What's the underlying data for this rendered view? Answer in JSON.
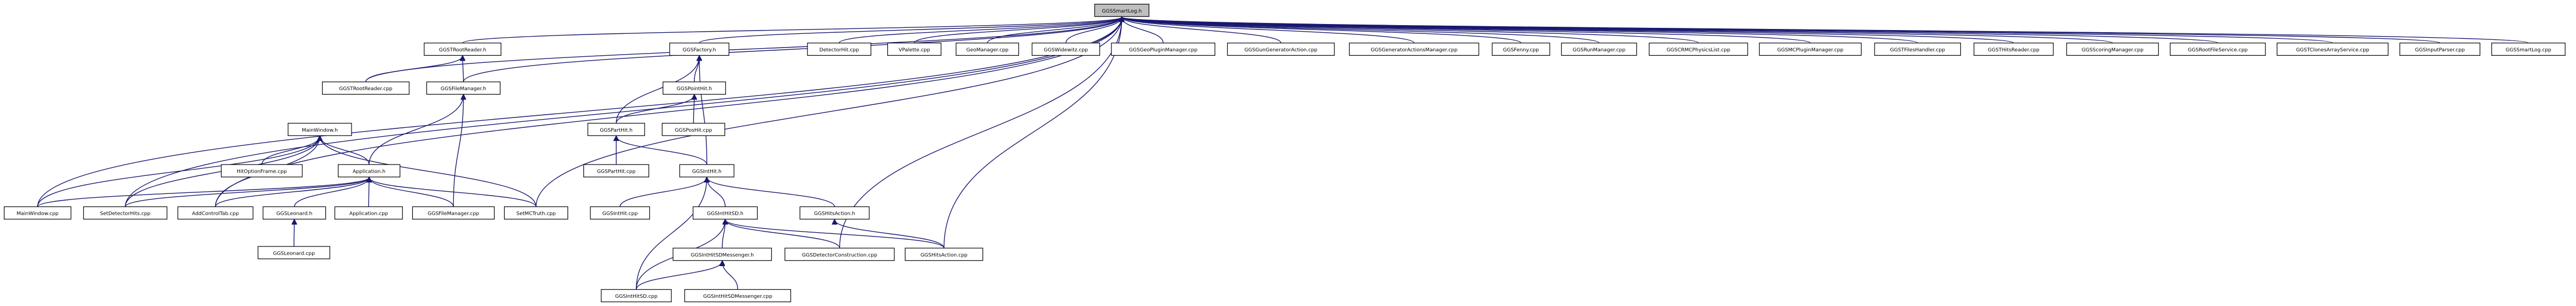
{
  "diagram": {
    "nodes": [
      {
        "id": "GGSSmartLog_h",
        "label": "GGSSmartLog.h",
        "root": true
      },
      {
        "id": "GGSTRootReader_h",
        "label": "GGSTRootReader.h"
      },
      {
        "id": "GGSTRootReader_cpp",
        "label": "GGSTRootReader.cpp"
      },
      {
        "id": "GGSFileManager_h",
        "label": "GGSFileManager.h"
      },
      {
        "id": "MainWindow_h",
        "label": "MainWindow.h"
      },
      {
        "id": "HitOptionFrame_cpp",
        "label": "HitOptionFrame.cpp"
      },
      {
        "id": "Application_h",
        "label": "Application.h"
      },
      {
        "id": "MainWindow_cpp",
        "label": "MainWindow.cpp"
      },
      {
        "id": "SetDetectorHits_cpp",
        "label": "SetDetectorHits.cpp"
      },
      {
        "id": "AddControlTab_cpp",
        "label": "AddControlTab.cpp"
      },
      {
        "id": "GGSLeonard_h",
        "label": "GGSLeonard.h"
      },
      {
        "id": "Application_cpp",
        "label": "Application.cpp"
      },
      {
        "id": "GGSFileManager_cpp",
        "label": "GGSFileManager.cpp"
      },
      {
        "id": "SetMCTruth_cpp",
        "label": "SetMCTruth.cpp"
      },
      {
        "id": "GGSLeonard_cpp",
        "label": "GGSLeonard.cpp"
      },
      {
        "id": "GGSFactory_h",
        "label": "GGSFactory.h"
      },
      {
        "id": "GGSPointHit_h",
        "label": "GGSPointHit.h"
      },
      {
        "id": "GGSPartHit_h",
        "label": "GGSPartHit.h"
      },
      {
        "id": "GGSPosHit_cpp",
        "label": "GGSPosHit.cpp"
      },
      {
        "id": "GGSPartHit_cpp",
        "label": "GGSPartHit.cpp"
      },
      {
        "id": "GGSIntHit_h",
        "label": "GGSIntHit.h"
      },
      {
        "id": "GGSIntHit_cpp",
        "label": "GGSIntHit.cpp"
      },
      {
        "id": "GGSIntHitSD_h",
        "label": "GGSIntHitSD.h"
      },
      {
        "id": "GGSHitsAction_h",
        "label": "GGSHitsAction.h"
      },
      {
        "id": "GGSIntHitSDMessenger_h",
        "label": "GGSIntHitSDMessenger.h"
      },
      {
        "id": "GGSDetectorConstruction_cpp",
        "label": "GGSDetectorConstruction.cpp"
      },
      {
        "id": "GGSHitsAction_cpp",
        "label": "GGSHitsAction.cpp"
      },
      {
        "id": "GGSIntHitSD_cpp",
        "label": "GGSIntHitSD.cpp"
      },
      {
        "id": "GGSIntHitSDMessenger_cpp",
        "label": "GGSIntHitSDMessenger.cpp"
      },
      {
        "id": "DetectorHit_cpp",
        "label": "DetectorHit.cpp"
      },
      {
        "id": "VPalette_cpp",
        "label": "VPalette.cpp"
      },
      {
        "id": "GeoManager_cpp",
        "label": "GeoManager.cpp"
      },
      {
        "id": "GGSWidewitz_cpp",
        "label": "GGSWidewitz.cpp"
      },
      {
        "id": "GGSGeoPluginManager_cpp",
        "label": "GGSGeoPluginManager.cpp"
      },
      {
        "id": "GGSGunGeneratorAction_cpp",
        "label": "GGSGunGeneratorAction.cpp"
      },
      {
        "id": "GGSGeneratorActionsManager_cpp",
        "label": "GGSGeneratorActionsManager.cpp"
      },
      {
        "id": "GGSFenny_cpp",
        "label": "GGSFenny.cpp"
      },
      {
        "id": "GGSRunManager_cpp",
        "label": "GGSRunManager.cpp"
      },
      {
        "id": "GGSCRMCPhysicsList_cpp",
        "label": "GGSCRMCPhysicsList.cpp"
      },
      {
        "id": "GGSMCPluginManager_cpp",
        "label": "GGSMCPluginManager.cpp"
      },
      {
        "id": "GGSTFilesHandler_cpp",
        "label": "GGSTFilesHandler.cpp"
      },
      {
        "id": "GGSTHitsReader_cpp",
        "label": "GGSTHitsReader.cpp"
      },
      {
        "id": "GGSScoringManager_cpp",
        "label": "GGSScoringManager.cpp"
      },
      {
        "id": "GGSRootFileService_cpp",
        "label": "GGSRootFileService.cpp"
      },
      {
        "id": "GGSTClonesArrayService_cpp",
        "label": "GGSTClonesArrayService.cpp"
      },
      {
        "id": "GGSInputParser_cpp",
        "label": "GGSInputParser.cpp"
      },
      {
        "id": "GGSSmartLog_cpp",
        "label": "GGSSmartLog.cpp"
      }
    ],
    "edges": [
      {
        "from": "GGSSmartLog_h",
        "to": "GGSTRootReader_h"
      },
      {
        "from": "GGSSmartLog_h",
        "to": "GGSTRootReader_cpp"
      },
      {
        "from": "GGSSmartLog_h",
        "to": "GGSFileManager_h"
      },
      {
        "from": "GGSSmartLog_h",
        "to": "MainWindow_cpp"
      },
      {
        "from": "GGSSmartLog_h",
        "to": "SetDetectorHits_cpp"
      },
      {
        "from": "GGSSmartLog_h",
        "to": "AddControlTab_cpp"
      },
      {
        "from": "GGSSmartLog_h",
        "to": "SetMCTruth_cpp"
      },
      {
        "from": "GGSSmartLog_h",
        "to": "GGSFactory_h"
      },
      {
        "from": "GGSSmartLog_h",
        "to": "GGSDetectorConstruction_cpp"
      },
      {
        "from": "GGSSmartLog_h",
        "to": "GGSHitsAction_cpp"
      },
      {
        "from": "GGSSmartLog_h",
        "to": "DetectorHit_cpp"
      },
      {
        "from": "GGSSmartLog_h",
        "to": "VPalette_cpp"
      },
      {
        "from": "GGSSmartLog_h",
        "to": "GeoManager_cpp"
      },
      {
        "from": "GGSSmartLog_h",
        "to": "GGSWidewitz_cpp"
      },
      {
        "from": "GGSSmartLog_h",
        "to": "GGSGeoPluginManager_cpp"
      },
      {
        "from": "GGSSmartLog_h",
        "to": "GGSGunGeneratorAction_cpp"
      },
      {
        "from": "GGSSmartLog_h",
        "to": "GGSGeneratorActionsManager_cpp"
      },
      {
        "from": "GGSSmartLog_h",
        "to": "GGSFenny_cpp"
      },
      {
        "from": "GGSSmartLog_h",
        "to": "GGSRunManager_cpp"
      },
      {
        "from": "GGSSmartLog_h",
        "to": "GGSCRMCPhysicsList_cpp"
      },
      {
        "from": "GGSSmartLog_h",
        "to": "GGSMCPluginManager_cpp"
      },
      {
        "from": "GGSSmartLog_h",
        "to": "GGSTFilesHandler_cpp"
      },
      {
        "from": "GGSSmartLog_h",
        "to": "GGSTHitsReader_cpp"
      },
      {
        "from": "GGSSmartLog_h",
        "to": "GGSScoringManager_cpp"
      },
      {
        "from": "GGSSmartLog_h",
        "to": "GGSRootFileService_cpp"
      },
      {
        "from": "GGSSmartLog_h",
        "to": "GGSTClonesArrayService_cpp"
      },
      {
        "from": "GGSSmartLog_h",
        "to": "GGSInputParser_cpp"
      },
      {
        "from": "GGSSmartLog_h",
        "to": "GGSSmartLog_cpp"
      },
      {
        "from": "GGSTRootReader_h",
        "to": "GGSTRootReader_cpp"
      },
      {
        "from": "GGSTRootReader_h",
        "to": "GGSFileManager_h"
      },
      {
        "from": "GGSFileManager_h",
        "to": "Application_h"
      },
      {
        "from": "GGSFileManager_h",
        "to": "GGSFileManager_cpp"
      },
      {
        "from": "MainWindow_h",
        "to": "MainWindow_cpp"
      },
      {
        "from": "MainWindow_h",
        "to": "SetDetectorHits_cpp"
      },
      {
        "from": "MainWindow_h",
        "to": "AddControlTab_cpp"
      },
      {
        "from": "MainWindow_h",
        "to": "HitOptionFrame_cpp"
      },
      {
        "from": "MainWindow_h",
        "to": "Application_h"
      },
      {
        "from": "MainWindow_h",
        "to": "SetMCTruth_cpp"
      },
      {
        "from": "Application_h",
        "to": "MainWindow_cpp"
      },
      {
        "from": "Application_h",
        "to": "SetDetectorHits_cpp"
      },
      {
        "from": "Application_h",
        "to": "AddControlTab_cpp"
      },
      {
        "from": "Application_h",
        "to": "GGSLeonard_h"
      },
      {
        "from": "Application_h",
        "to": "Application_cpp"
      },
      {
        "from": "Application_h",
        "to": "GGSFileManager_cpp"
      },
      {
        "from": "Application_h",
        "to": "SetMCTruth_cpp"
      },
      {
        "from": "GGSLeonard_h",
        "to": "GGSLeonard_cpp"
      },
      {
        "from": "GGSFactory_h",
        "to": "GGSPointHit_h"
      },
      {
        "from": "GGSFactory_h",
        "to": "GGSPartHit_h"
      },
      {
        "from": "GGSFactory_h",
        "to": "GGSIntHit_h"
      },
      {
        "from": "GGSPointHit_h",
        "to": "GGSPartHit_h"
      },
      {
        "from": "GGSPointHit_h",
        "to": "GGSPosHit_cpp"
      },
      {
        "from": "GGSPartHit_h",
        "to": "GGSPartHit_cpp"
      },
      {
        "from": "GGSPartHit_h",
        "to": "GGSIntHit_h"
      },
      {
        "from": "GGSIntHit_h",
        "to": "GGSIntHit_cpp"
      },
      {
        "from": "GGSIntHit_h",
        "to": "GGSIntHitSD_h"
      },
      {
        "from": "GGSIntHit_h",
        "to": "GGSHitsAction_h"
      },
      {
        "from": "GGSIntHit_h",
        "to": "GGSIntHitSD_cpp"
      },
      {
        "from": "GGSIntHitSD_h",
        "to": "GGSIntHitSDMessenger_h"
      },
      {
        "from": "GGSIntHitSD_h",
        "to": "GGSDetectorConstruction_cpp"
      },
      {
        "from": "GGSIntHitSD_h",
        "to": "GGSHitsAction_cpp"
      },
      {
        "from": "GGSIntHitSD_h",
        "to": "GGSIntHitSD_cpp"
      },
      {
        "from": "GGSIntHitSDMessenger_h",
        "to": "GGSIntHitSD_cpp"
      },
      {
        "from": "GGSIntHitSDMessenger_h",
        "to": "GGSIntHitSDMessenger_cpp"
      },
      {
        "from": "GGSHitsAction_h",
        "to": "GGSHitsAction_cpp"
      }
    ]
  }
}
